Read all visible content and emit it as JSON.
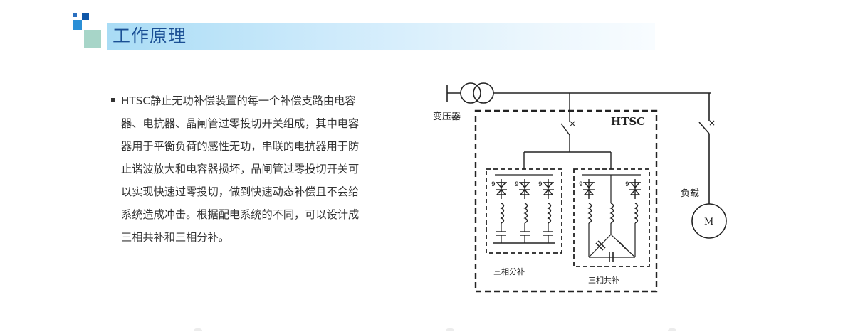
{
  "header": {
    "title": "工作原理"
  },
  "description": {
    "lines": [
      "HTSC静止无功补偿装置的每一个补偿支路由电容",
      "器、电抗器、晶闸管过零投切开关组成，其中电容",
      "器用于平衡负荷的感性无功，串联的电抗器用于防",
      "止谐波放大和电容器损坏，晶闸管过零投切开关可",
      "以实现快速过零投切，做到快速动态补偿且不会给",
      "系统造成冲击。根据配电系统的不同，可以设计成",
      "三相共补和三相分补。"
    ]
  },
  "diagram": {
    "transformer_label": "变压器",
    "htsc_label": "HTSC",
    "load_label": "负载",
    "motor_label": "M",
    "split_label": "三相分补",
    "common_label": "三相共补"
  }
}
